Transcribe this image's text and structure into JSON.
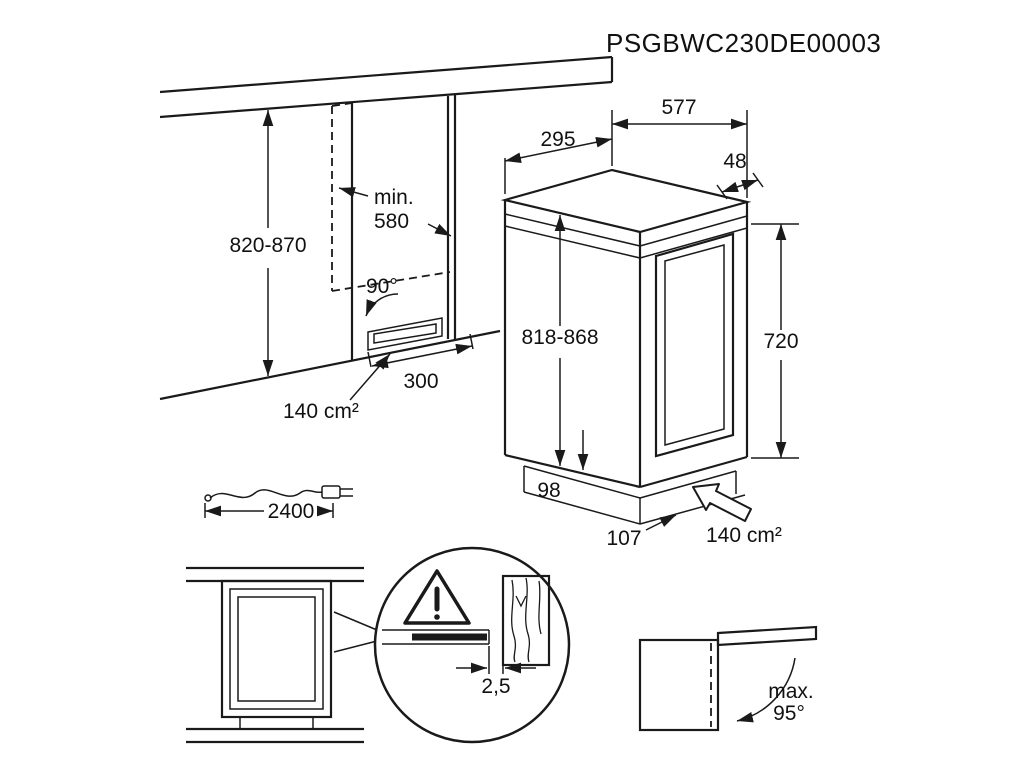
{
  "colors": {
    "line": "#1a1a1a",
    "background": "#ffffff"
  },
  "title": "PSGBWC230DE00003",
  "main_view": {
    "niche_height": "820-870",
    "niche_depth_label": "min.",
    "niche_depth_value": "580",
    "door_angle": "90°",
    "total_depth": "577",
    "top_depth": "295",
    "top_thickness": "48",
    "appliance_height": "818-868",
    "front_height": "720",
    "vent_width": "300",
    "vent_area": "140 cm²",
    "plinth_height": "98",
    "plinth_recess": "107",
    "plinth_vent_area": "140 cm²"
  },
  "cord": {
    "length": "2400"
  },
  "detail": {
    "gap": "2,5"
  },
  "door_swing": {
    "max_label": "max.",
    "max_angle": "95°"
  }
}
